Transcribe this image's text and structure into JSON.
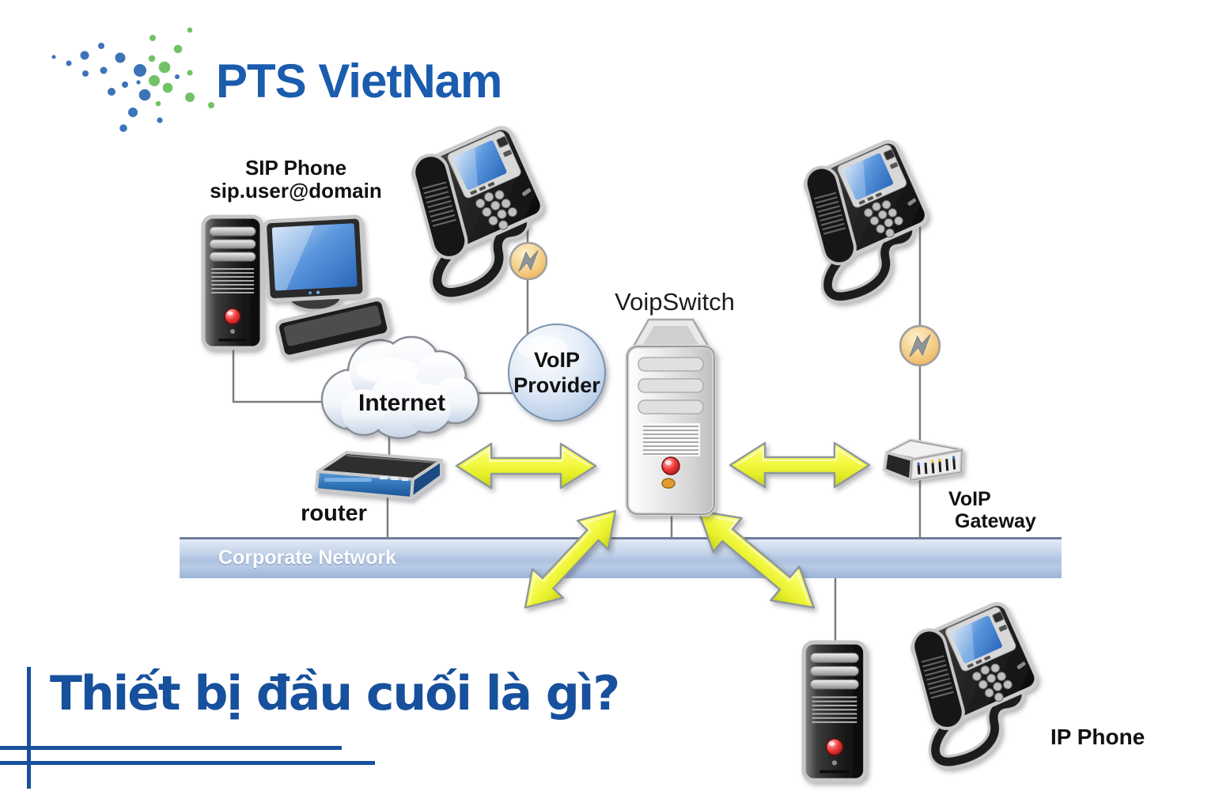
{
  "logo": {
    "text": "PTS VietNam"
  },
  "diagram": {
    "sip_phone_label": "SIP Phone",
    "sip_phone_address": "sip.user@domain",
    "internet_label": "Internet",
    "router_label": "router",
    "voipswitch_label": "VoipSwitch",
    "voip_provider_line1": "VoIP",
    "voip_provider_line2": "Provider",
    "corporate_network_label": "Corporate Network",
    "voip_gateway_line1": "VoIP",
    "voip_gateway_line2": "Gateway",
    "ip_phone_label": "IP Phone"
  },
  "caption": {
    "title": "Thiết bị đầu cuối là gì?"
  },
  "colors": {
    "brand_blue": "#1a5cad",
    "title_blue": "#17509c",
    "arrow_yellow": "#eef23c",
    "network_bar_blue": "#aec3e0",
    "logo_dot_blue": "#3d74b8",
    "logo_dot_green": "#72c266"
  }
}
